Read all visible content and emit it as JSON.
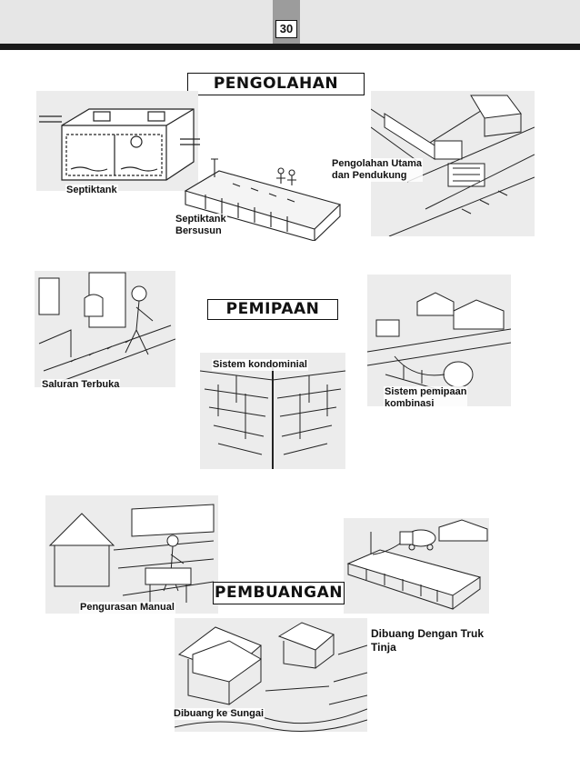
{
  "header": {
    "page_number": "30"
  },
  "sections": {
    "pengolahan": "PENGOLAHAN",
    "pemipaan": "PEMIPAAN",
    "pembuangan": "PEMBUANGAN"
  },
  "illustrations": {
    "septiktank": {
      "caption": "Septiktank"
    },
    "septiktank_bersusun": {
      "caption_line1": "Septiktank",
      "caption_line2": "Bersusun"
    },
    "pengolahan_utama": {
      "caption_line1": "Pengolahan Utama",
      "caption_line2": "dan Pendukung"
    },
    "saluran_terbuka": {
      "caption": "Saluran Terbuka"
    },
    "sistem_kondominial": {
      "caption": "Sistem kondominial"
    },
    "sistem_kombinasi": {
      "caption_line1": "Sistem pemipaan",
      "caption_line2": "kombinasi"
    },
    "pengurasan_manual": {
      "caption": "Pengurasan Manual"
    },
    "truk_tinja": {
      "caption_line1": "Dibuang Dengan Truk",
      "caption_line2": "Tinja"
    },
    "sungai": {
      "caption": "Dibuang ke Sungai"
    }
  }
}
